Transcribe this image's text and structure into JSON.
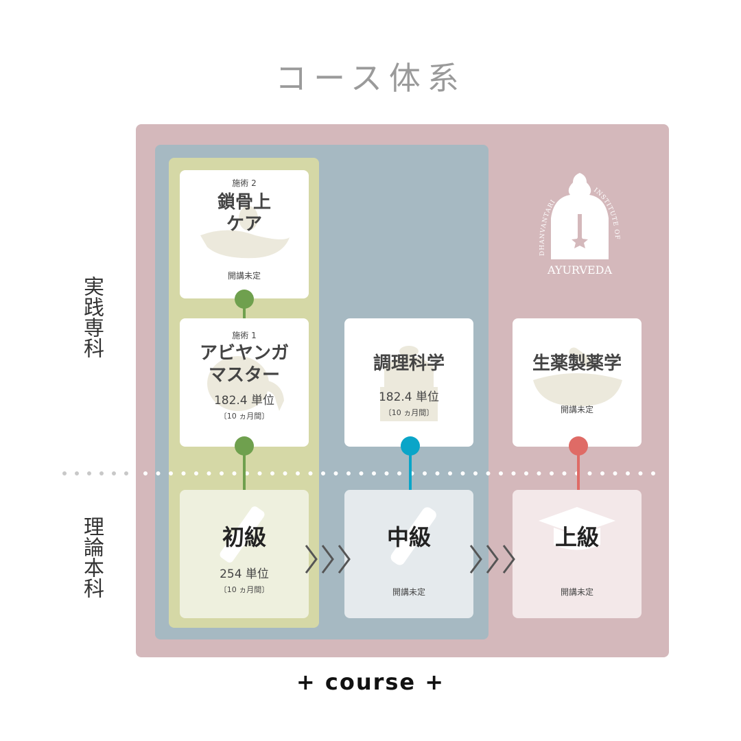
{
  "title": "コース体系",
  "side_labels": {
    "practice": "実践専科",
    "theory": "理論本科"
  },
  "cards": {
    "care": {
      "label": "施術 2",
      "name_line1": "鎖骨上",
      "name_line2": "ケア",
      "status": "開講未定"
    },
    "abhyanga": {
      "label": "施術 1",
      "name_line1": "アビヤンガ",
      "name_line2": "マスター",
      "units": "182.4 単位",
      "duration": "〔10 ヵ月間〕"
    },
    "cooking": {
      "name": "調理科学",
      "units": "182.4 単位",
      "duration": "〔10 ヵ月間〕"
    },
    "pharma": {
      "name": "生薬製薬学",
      "status": "開講未定"
    },
    "beginner": {
      "name": "初級",
      "units": "254 単位",
      "duration": "〔10 ヵ月間〕"
    },
    "intermediate": {
      "name": "中級",
      "status": "開講未定"
    },
    "advanced": {
      "name": "上級",
      "status": "開講未定"
    }
  },
  "logo": {
    "arc_left": "DHANVANTARI",
    "arc_right": "INSTITUTE OF",
    "name": "AYURVEDA"
  },
  "footer": "+ course +",
  "colors": {
    "green": "#6fa04e",
    "blue": "#0aa5c8",
    "red": "#df6b66",
    "pink_bg": "#d4b8bb",
    "blue_bg": "#a6b9c2",
    "green_bg": "#d5d8a6"
  }
}
